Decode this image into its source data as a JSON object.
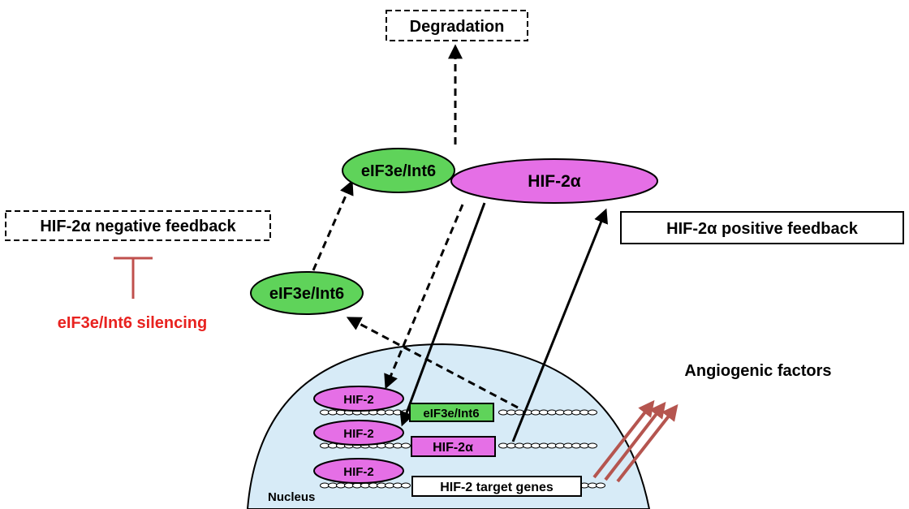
{
  "labels": {
    "degradation": "Degradation",
    "eif3e_top": "eIF3e/Int6",
    "hif2a_top": "HIF-2α",
    "negative_feedback": "HIF-2α negative feedback",
    "positive_feedback": "HIF-2α positive feedback",
    "eif3e_mid": "eIF3e/Int6",
    "silencing": "eIF3e/Int6 silencing",
    "angiogenic": "Angiogenic factors",
    "hif2_row1": "HIF-2",
    "hif2_row2": "HIF-2",
    "hif2_row3": "HIF-2",
    "gene_eif3e": "eIF3e/Int6",
    "gene_hif2a": "HIF-2α",
    "gene_targets": "HIF-2 target genes",
    "nucleus": "Nucleus"
  },
  "colors": {
    "green": "#5fd35a",
    "magenta": "#e56fe6",
    "red_text": "#e8221f",
    "inhibit": "#c0504d",
    "arrow_red": "#b5554f",
    "nucleus_fill": "#d7ebf7"
  }
}
